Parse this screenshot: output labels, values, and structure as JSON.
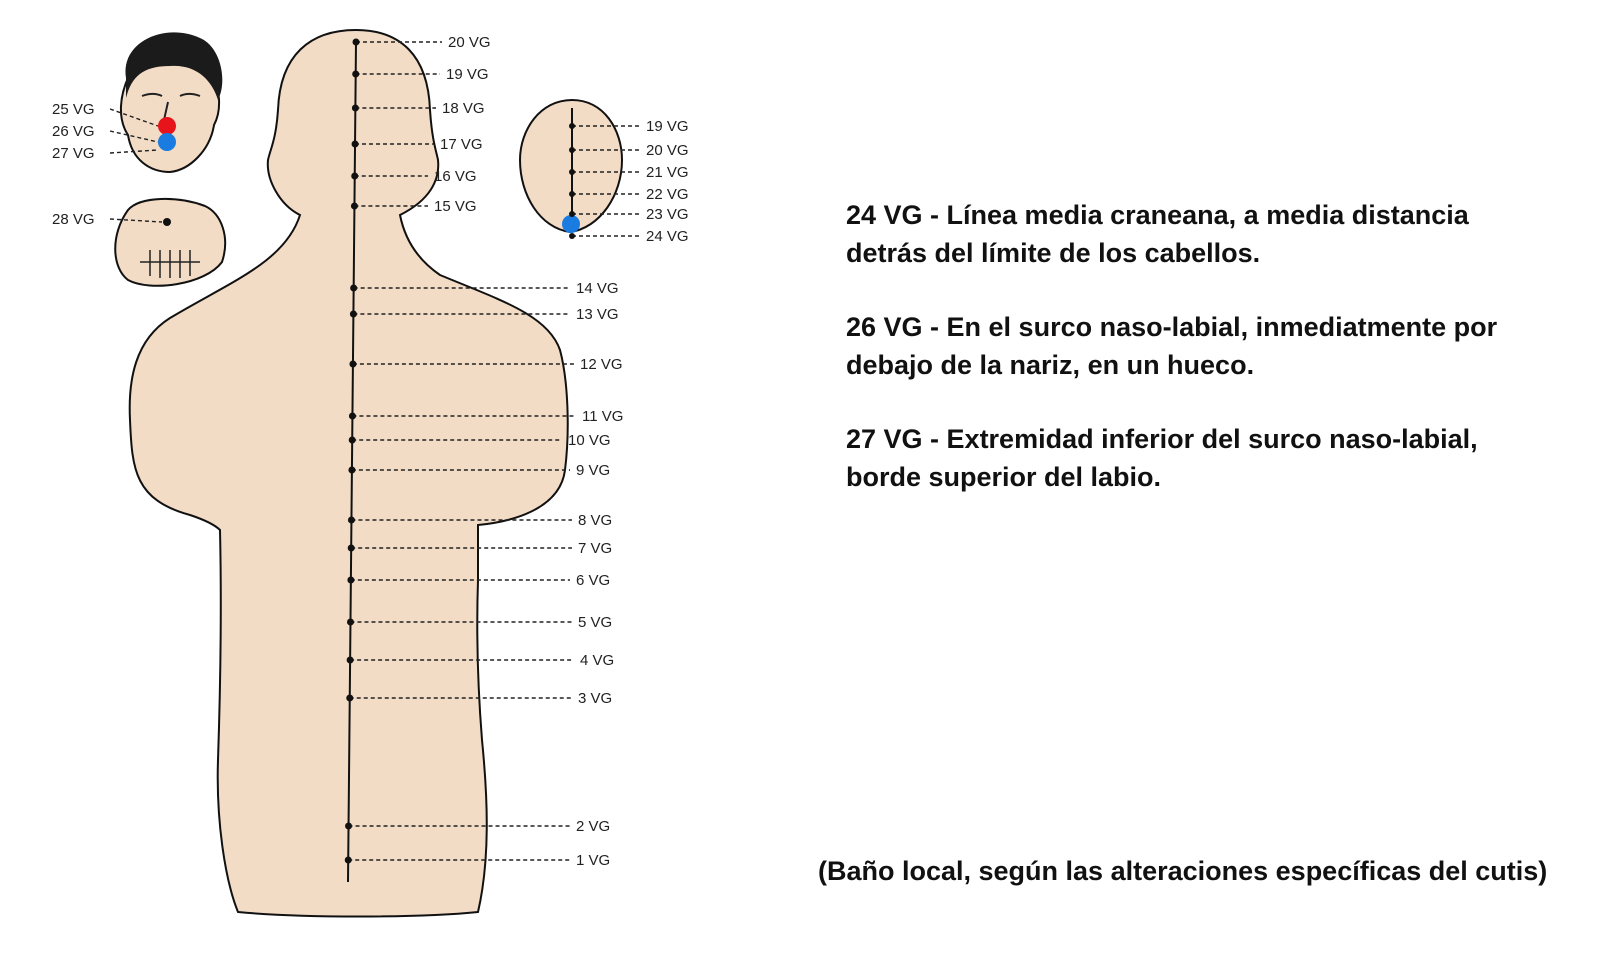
{
  "body_points": [
    "20 VG",
    "19 VG",
    "18 VG",
    "17 VG",
    "16 VG",
    "15 VG",
    "14 VG",
    "13 VG",
    "12 VG",
    "11 VG",
    "10 VG",
    "9 VG",
    "8 VG",
    "7 VG",
    "6 VG",
    "5 VG",
    "4 VG",
    "3 VG",
    "2 VG",
    "1 VG"
  ],
  "face_points": [
    "25 VG",
    "26 VG",
    "27 VG",
    "28 VG"
  ],
  "head_points": [
    "19 VG",
    "20 VG",
    "21 VG",
    "22 VG",
    "23 VG",
    "24 VG"
  ],
  "descriptions": [
    {
      "line1": "24 VG - Línea media craneana, a media distancia",
      "line2": "detrás del límite de los cabellos."
    },
    {
      "line1": "26 VG - En el surco naso-labial, inmediatmente por",
      "line2": "debajo de la nariz, en un hueco."
    },
    {
      "line1": "27 VG - Extremidad inferior del surco naso-labial,",
      "line2": "borde superior del labio."
    }
  ],
  "footnote": "(Baño local, según las alteraciones específicas del cutis)",
  "colors": {
    "highlight_red": "#e8141c",
    "highlight_blue": "#1a7be0",
    "skin": "#f3dcc6"
  }
}
